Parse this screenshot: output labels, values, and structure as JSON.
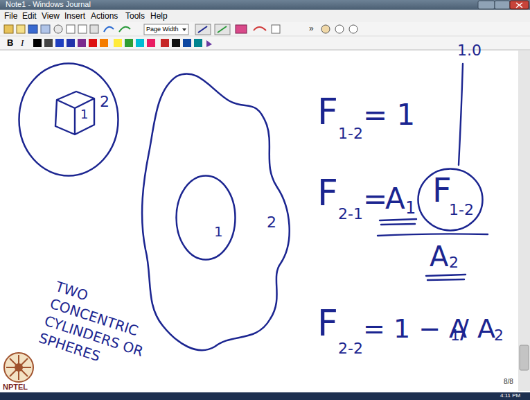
{
  "diagram": {
    "nodes": [
      {
        "text": [
          "2"
        ]
      },
      {
        "text": [
          "1"
        ],
        "in": 0
      },
      {
        "text": [
          "2"
        ]
      },
      {
        "text": [
          "1"
        ],
        "in": 2
      },
      {
        "text": [
          "F",
          "1-2"
        ]
      }
    ],
    "labels": [
      "Note1 - Windows Journal",
      "File",
      "Edit",
      "View",
      "Insert",
      "Actions",
      "Tools",
      "Help",
      "Page Width",
      "»",
      "B",
      "I",
      "F",
      "1-2",
      "= 1",
      "1.0",
      "F",
      "2-1",
      "=",
      "A",
      "1",
      "A",
      "2",
      "F",
      "2-2",
      "= 1 − A",
      "1",
      "/ A",
      "2",
      "TWO CONCENTRIC CYLINDERS OR SPHERES",
      "NPTEL",
      "8/8",
      "4:11 PM"
    ]
  }
}
